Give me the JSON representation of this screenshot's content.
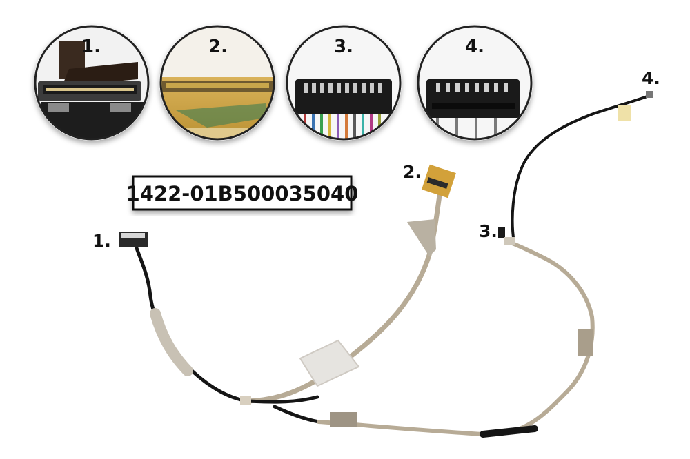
{
  "part_number": "1422-01B500035040",
  "insets": [
    {
      "label": "1."
    },
    {
      "label": "2."
    },
    {
      "label": "3."
    },
    {
      "label": "4."
    }
  ],
  "connector_labels": [
    {
      "label": "1."
    },
    {
      "label": "2."
    },
    {
      "label": "3."
    },
    {
      "label": "4."
    }
  ],
  "colors": {
    "background": "#ffffff",
    "cable_grey": "#b7ab96",
    "cable_black": "#151515",
    "label_box_border": "#111111"
  }
}
